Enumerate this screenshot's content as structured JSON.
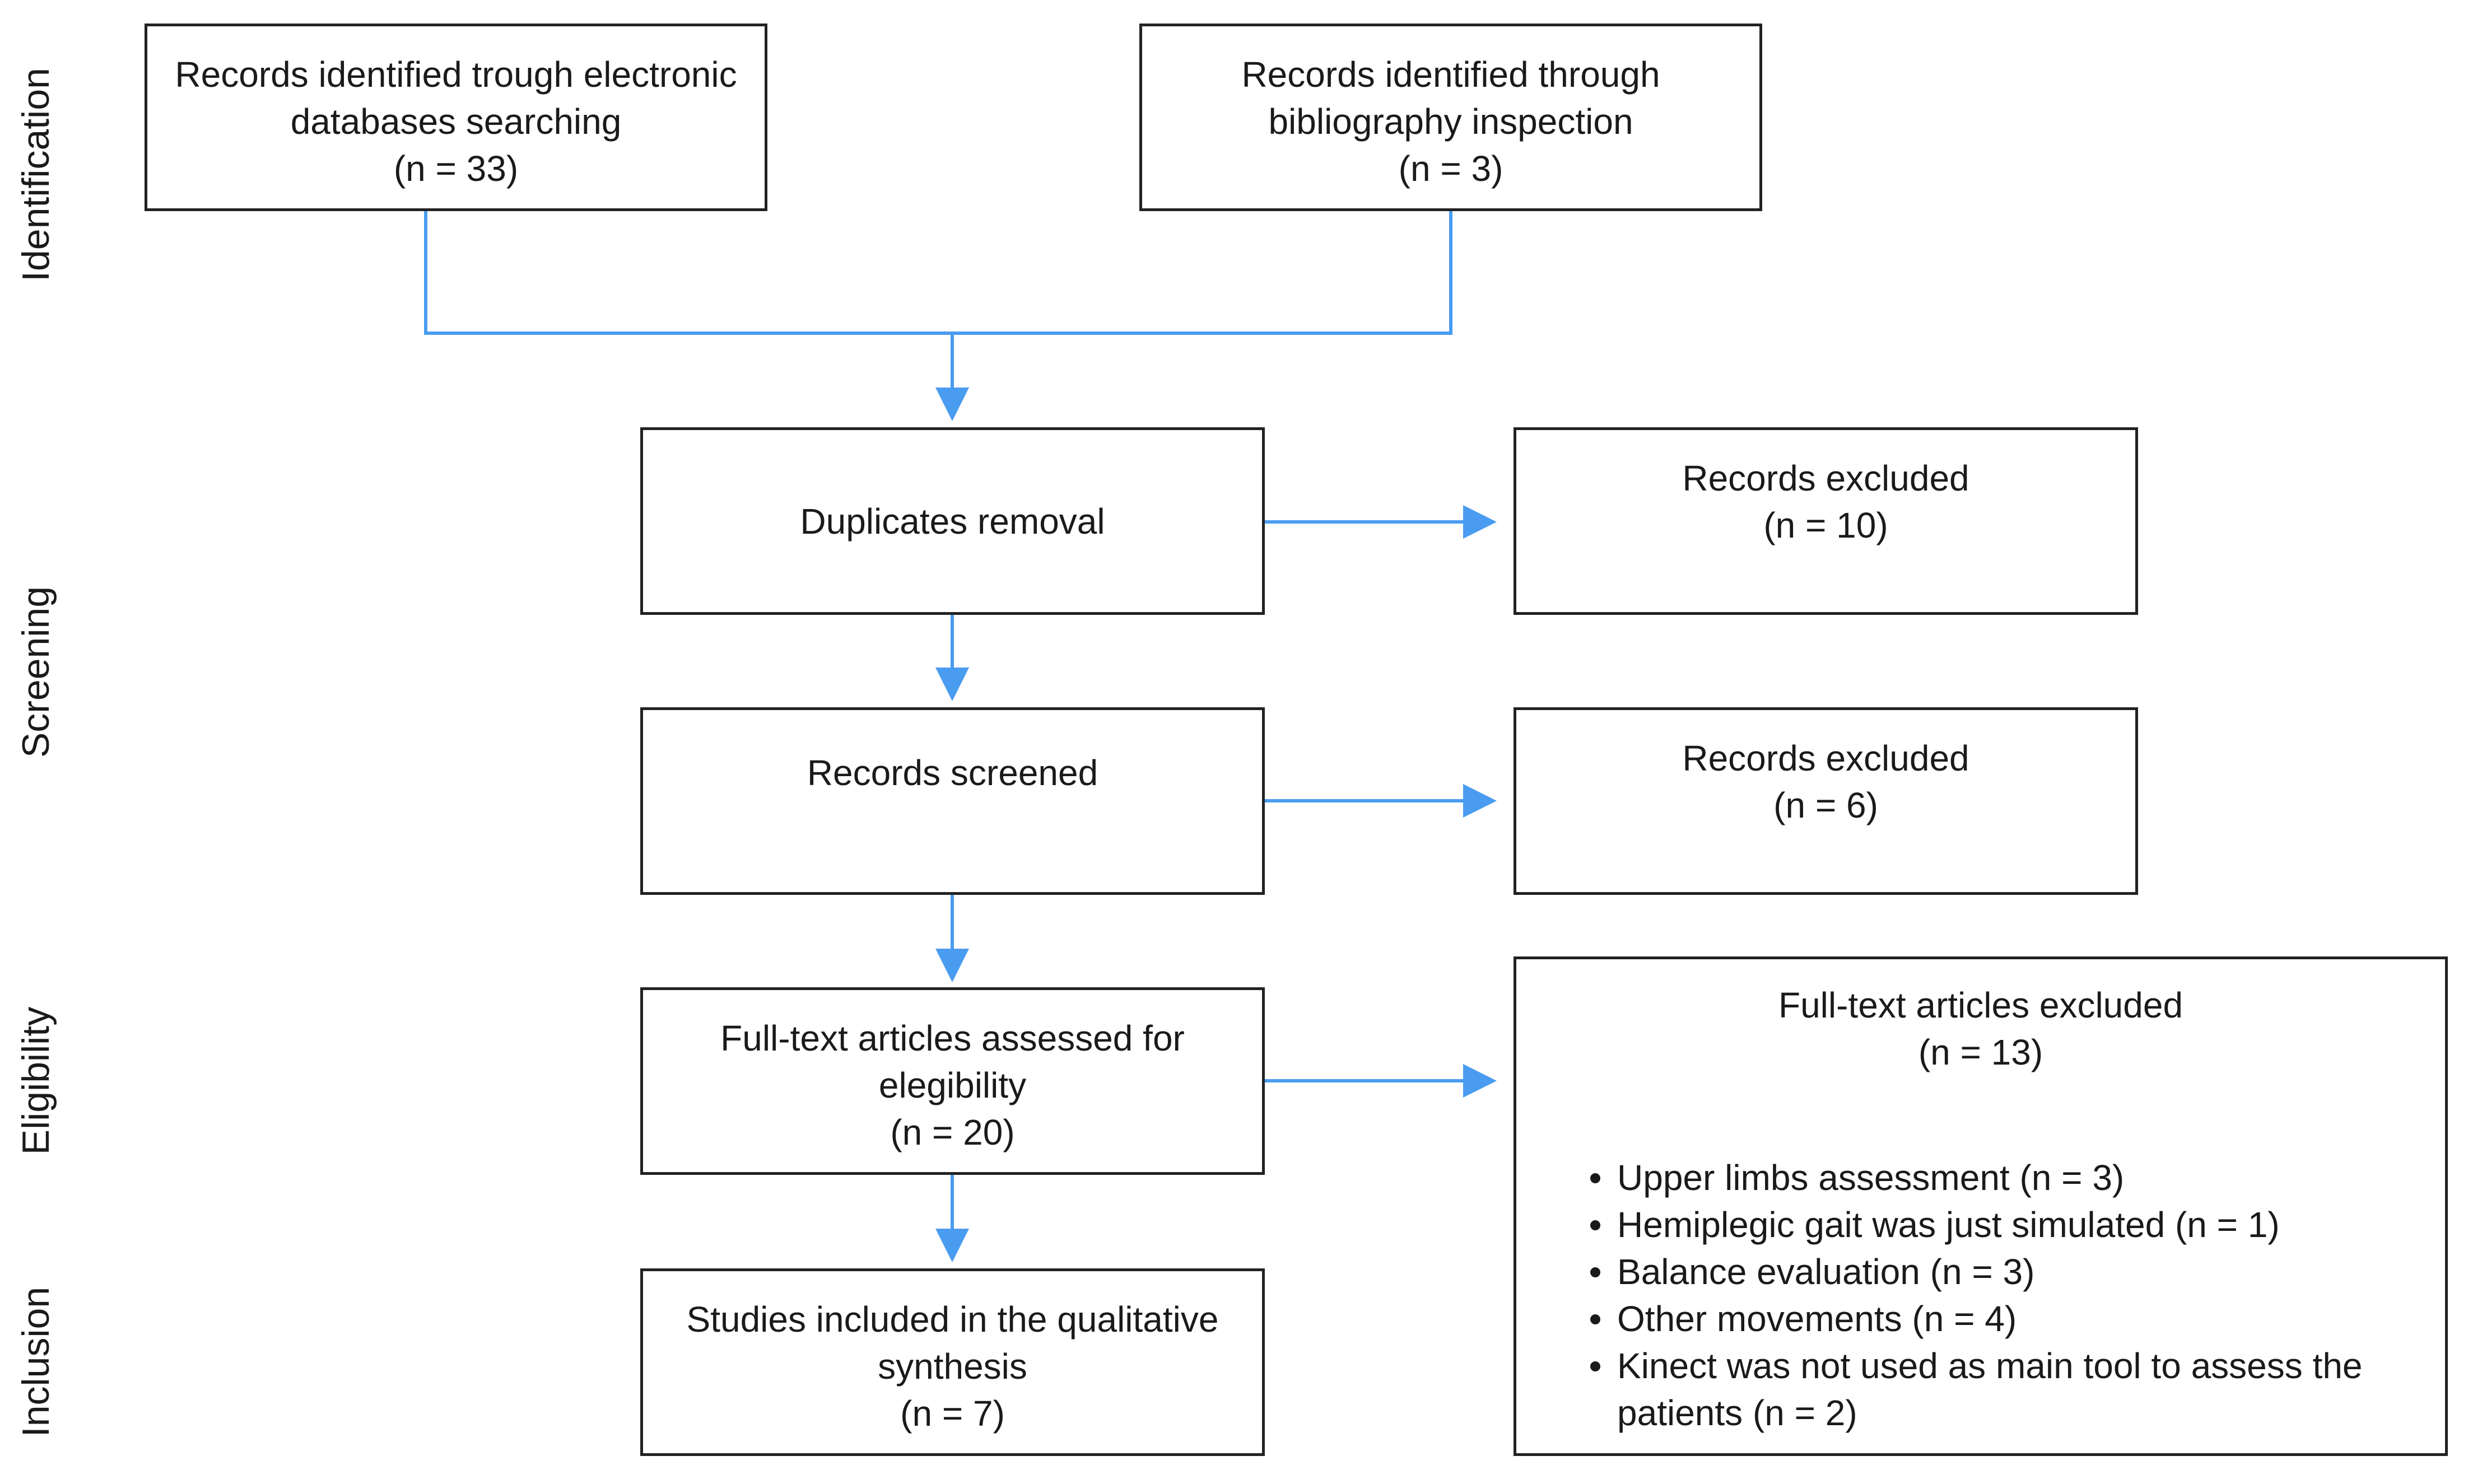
{
  "stages": {
    "identification": "Identification",
    "screening": "Screening",
    "eligibility": "Eligibility",
    "inclusion": "Inclusion"
  },
  "boxes": {
    "electronic": {
      "lines": [
        "Records identified trough electronic",
        "databases searching",
        "(n = 33)"
      ]
    },
    "bibliography": {
      "lines": [
        "Records identified through",
        "bibliography inspection",
        "(n = 3)"
      ]
    },
    "duplicates": {
      "lines": [
        "Duplicates removal"
      ]
    },
    "excluded_1": {
      "lines": [
        "Records excluded",
        "(n = 10)"
      ]
    },
    "screened": {
      "lines": [
        "Records screened"
      ]
    },
    "excluded_2": {
      "lines": [
        "Records excluded",
        "(n = 6)"
      ]
    },
    "fulltext": {
      "lines": [
        "Full-text articles assessed for",
        "elegibility",
        "(n = 20)"
      ]
    },
    "fulltext_excluded": {
      "lines": [
        "Full-text articles excluded",
        "(n = 13)"
      ],
      "reasons": [
        "Upper limbs assessment (n = 3)",
        "Hemiplegic gait was just simulated (n = 1)",
        "Balance evaluation (n = 3)",
        "Other movements (n = 4)",
        "Kinect was not used as main tool to assess the patients (n = 2)"
      ]
    },
    "included": {
      "lines": [
        "Studies included in the qualitative",
        "synthesis",
        "(n = 7)"
      ]
    }
  },
  "colors": {
    "connector": "#4a9cf0",
    "box_border": "#222222"
  }
}
